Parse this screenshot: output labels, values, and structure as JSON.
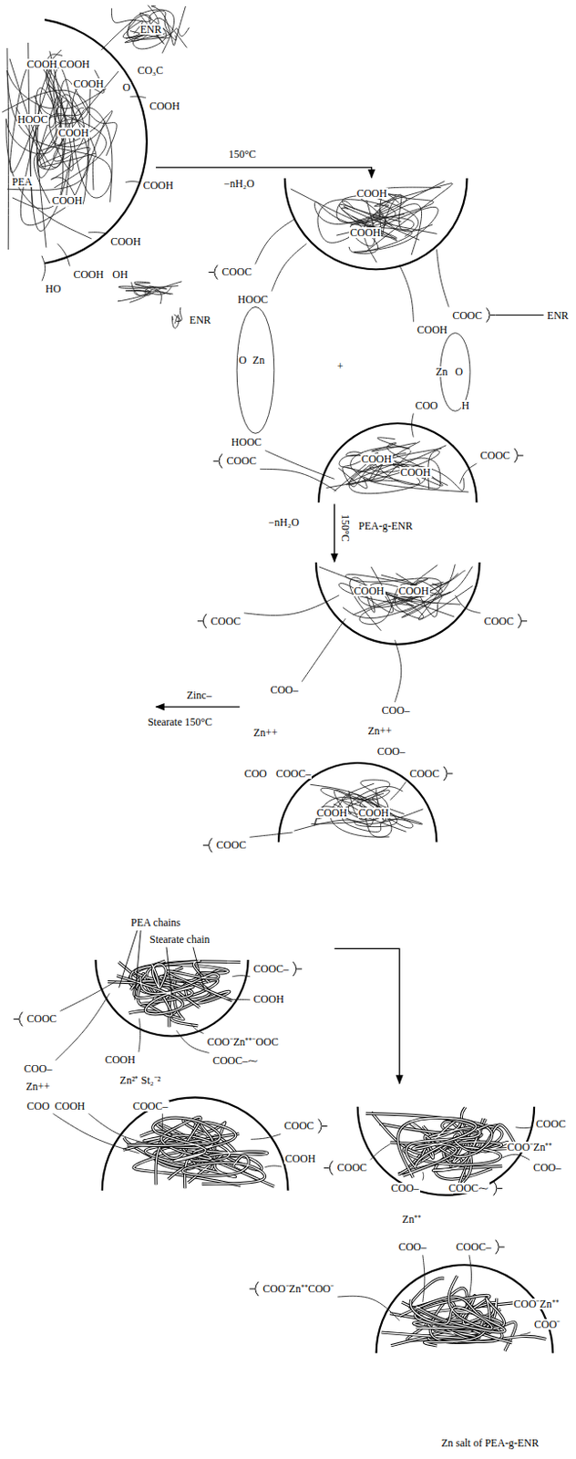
{
  "diagram": {
    "nodes": [
      {
        "text": [
          "COOH",
          "COOH",
          "COOH",
          "HOOC",
          "COOH",
          "PEA",
          "COOH"
        ]
      },
      {
        "text": [
          "COOH",
          "COOH"
        ]
      },
      {
        "text": [
          "COOH",
          "COOH"
        ]
      },
      {
        "text": [
          "COOH",
          "COOH"
        ]
      },
      {
        "text": [
          "COOH",
          "COOH"
        ]
      }
    ],
    "edges": [
      {
        "from": 0,
        "to": 1,
        "arrow": "to",
        "label": "150°C"
      },
      {
        "from": 2,
        "to": 3,
        "arrow": "to",
        "label": "150°C"
      }
    ],
    "labels": [
      "ENR",
      "CO₃C",
      "O",
      "COOH",
      "COOH",
      "COOH",
      "COOH",
      "OH",
      "HO",
      "−nH₂O",
      "COOC",
      "HOOC",
      "ENR",
      "COOC",
      "ENR",
      "COOH",
      "O",
      "Zn",
      "+",
      "Zn",
      "O",
      "H",
      "COO",
      "HOOC",
      "COOC",
      "COOC",
      "−nH₂O",
      "PEA-g-ENR",
      "COOC",
      "COOC",
      "Zinc–",
      "Stearate 150°C",
      "COO–",
      "Zn++",
      "COO–",
      "Zn++",
      "COO–",
      "COO",
      "COOC–",
      "COOC",
      "COOC",
      "PEA chains",
      "Stearate chain",
      "COOC–",
      "COOH",
      "COOC",
      "COOH",
      "COO⁻Zn⁺⁺⁻OOC",
      "COOC–⁓",
      "COO–",
      "Zn++",
      "Zn²⁺ St₂⁻²",
      "COO",
      "COOH",
      "COOC–",
      "COOC",
      "COOH",
      "COOC",
      "COO⁻Zn⁺⁺",
      "COO–",
      "COOC",
      "COO–",
      "COOC⁓",
      "Zn⁺⁺",
      "COO–",
      "COOC–",
      "COO⁻Zn⁺⁺COO⁻",
      "COO⁻Zn⁺⁺",
      "COO⁻",
      "Zn salt of PEA-g-ENR"
    ]
  }
}
